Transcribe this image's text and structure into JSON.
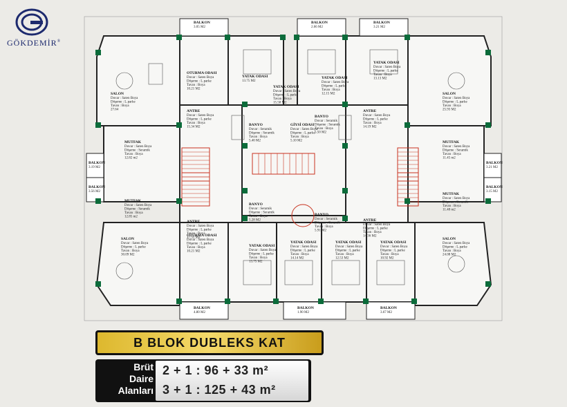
{
  "brand": {
    "name": "GÖKDEMİR",
    "mark": "®",
    "color": "#1d2a6e"
  },
  "plan": {
    "title": "B BLOK DUBLEKS KAT",
    "rooms": [
      {
        "name": "BALKON",
        "area": "3.05 M2"
      },
      {
        "name": "BALKON",
        "area": "2.66 M2"
      },
      {
        "name": "BALKON",
        "area": "3.21 M2"
      },
      {
        "name": "SALON",
        "lines": [
          "Duvar : Saten Boya",
          "Döşeme : L.parke",
          "Tavan : Boya"
        ],
        "area": "27.64"
      },
      {
        "name": "OTURMA ODASI",
        "lines": [
          "Duvar : Saten Boya",
          "Döşeme : L.parke",
          "Tavan : Boya"
        ],
        "area": "10.21 M2"
      },
      {
        "name": "YATAK ODASI",
        "area": "13.75 M2"
      },
      {
        "name": "YATAK ODASI",
        "lines": [
          "Duvar : Saten Boya",
          "Döşeme : L.parke",
          "Tavan : Boya"
        ],
        "area": "15.58 M2"
      },
      {
        "name": "YATAK ODASI",
        "lines": [
          "Duvar : Saten Boya",
          "Döşeme : L.parke",
          "Tavan : Boya"
        ],
        "area": "12.15 M2"
      },
      {
        "name": "YATAK ODASI",
        "lines": [
          "Duvar : Saten Boya",
          "Döşeme : L.parke",
          "Tavan : Boya"
        ],
        "area": "13.13 M2"
      },
      {
        "name": "SALON",
        "lines": [
          "Duvar : Saten Boya",
          "Döşeme : L.parke",
          "Tavan : Boya"
        ],
        "area": "25.93 M2"
      },
      {
        "name": "ANTRE",
        "lines": [
          "Duvar : Saten Boya",
          "Döşeme : L.parke",
          "Tavan : Boya"
        ],
        "area": "15.34 M2"
      },
      {
        "name": "BANYO",
        "lines": [
          "Duvar : Seramik",
          "Döşeme : Seramik",
          "Tavan : Boya"
        ],
        "area": "5.40 M2"
      },
      {
        "name": "GİYSİ ODASI",
        "lines": [
          "Duvar : Saten Boya",
          "Döşeme : L.parke",
          "Tavan : Boya"
        ],
        "area": "5.10 M2"
      },
      {
        "name": "BANYO",
        "lines": [
          "Duvar : Seramik",
          "Döşeme : Seramik",
          "Tavan : Boya"
        ],
        "area": "5.50 M2"
      },
      {
        "name": "ANTRE",
        "lines": [
          "Duvar : Saten Boya",
          "Döşeme : L.parke",
          "Tavan : Boya"
        ],
        "area": "14.19 M2"
      },
      {
        "name": "MUTFAK",
        "lines": [
          "Duvar : Saten Boya",
          "Döşeme : Seramik",
          "Tavan : Boya"
        ],
        "area": "12.82 m2"
      },
      {
        "name": "MUTFAK",
        "lines": [
          "Duvar : Saten Boya",
          "Döşeme : Seramik",
          "Tavan : Boya"
        ],
        "area": "11.45 m2"
      },
      {
        "name": "BALKON",
        "area": "3.19 M2"
      },
      {
        "name": "BALKON",
        "area": "3.21 M2"
      },
      {
        "name": "BALKON",
        "area": "3.56 M2"
      },
      {
        "name": "BALKON",
        "area": "3.15 M2"
      },
      {
        "name": "MUTFAK",
        "lines": [
          "Duvar : Saten Boya",
          "Döşeme : Seramik",
          "Tavan : Boya"
        ],
        "area": "12.85 m2"
      },
      {
        "name": "MUTFAK",
        "lines": [
          "Duvar : Saten Boya",
          "Döşeme : Seramik",
          "Tavan : Boya"
        ],
        "area": "11.48 m2"
      },
      {
        "name": "ANTRE",
        "lines": [
          "Duvar : Saten Boya",
          "Döşeme : L.parke",
          "Tavan : Boya"
        ],
        "area": "17.31 M2"
      },
      {
        "name": "BANYO",
        "lines": [
          "Duvar : Seramik",
          "Döşeme : Seramik",
          "Tavan : Boya"
        ],
        "area": "5.28 M2"
      },
      {
        "name": "BANYO",
        "lines": [
          "Duvar : Seramik",
          "Döşeme : Seramik",
          "Tavan : Boya"
        ],
        "area": "5.91 M2"
      },
      {
        "name": "ANTRE",
        "lines": [
          "Duvar : Saten Boya",
          "Döşeme : L.parke",
          "Tavan : Boya"
        ],
        "area": "14.36 M2"
      },
      {
        "name": "SALON",
        "lines": [
          "Duvar : Saten Boya",
          "Döşeme : L.parke",
          "Tavan : Boya"
        ],
        "area": "30.09 M2"
      },
      {
        "name": "OTURMA ODASI",
        "lines": [
          "Duvar : Saten Boya",
          "Döşeme : L.parke",
          "Tavan : Boya"
        ],
        "area": "10.21 M2"
      },
      {
        "name": "YATAK ODASI",
        "lines": [
          "Duvar : Saten Boya",
          "Döşeme : L.parke",
          "Tavan : Boya"
        ],
        "area": "13.75 M2"
      },
      {
        "name": "YATAK ODASI",
        "lines": [
          "Duvar : Saten Boya",
          "Döşeme : L.parke",
          "Tavan : Boya"
        ],
        "area": "14.14 M2"
      },
      {
        "name": "YATAK ODASI",
        "lines": [
          "Duvar : Saten Boya",
          "Döşeme : L.parke",
          "Tavan : Boya"
        ],
        "area": "12.53 M2"
      },
      {
        "name": "YATAK ODASI",
        "lines": [
          "Duvar : Saten Boya",
          "Döşeme : L.parke",
          "Tavan : Boya"
        ],
        "area": "10.92 M2"
      },
      {
        "name": "SALON",
        "lines": [
          "Duvar : Saten Boya",
          "Döşeme : L.parke",
          "Tavan : Boya"
        ],
        "area": "24.08 M2"
      },
      {
        "name": "BALKON",
        "area": "4.80 M2"
      },
      {
        "name": "BALKON",
        "area": "1.90 M2"
      },
      {
        "name": "BALKON",
        "area": "3.67 M2"
      }
    ]
  },
  "summary": {
    "label_lines": [
      "Brüt",
      "Daire",
      "Alanları"
    ],
    "row1": "2 + 1 : 96 + 33 m²",
    "row2": "3 + 1 : 125 + 43 m²"
  },
  "colors": {
    "title_gold": "#e3bf3a",
    "column_green": "#0b6b3a",
    "stair_red": "#c8321e",
    "panel_black": "#111111"
  }
}
